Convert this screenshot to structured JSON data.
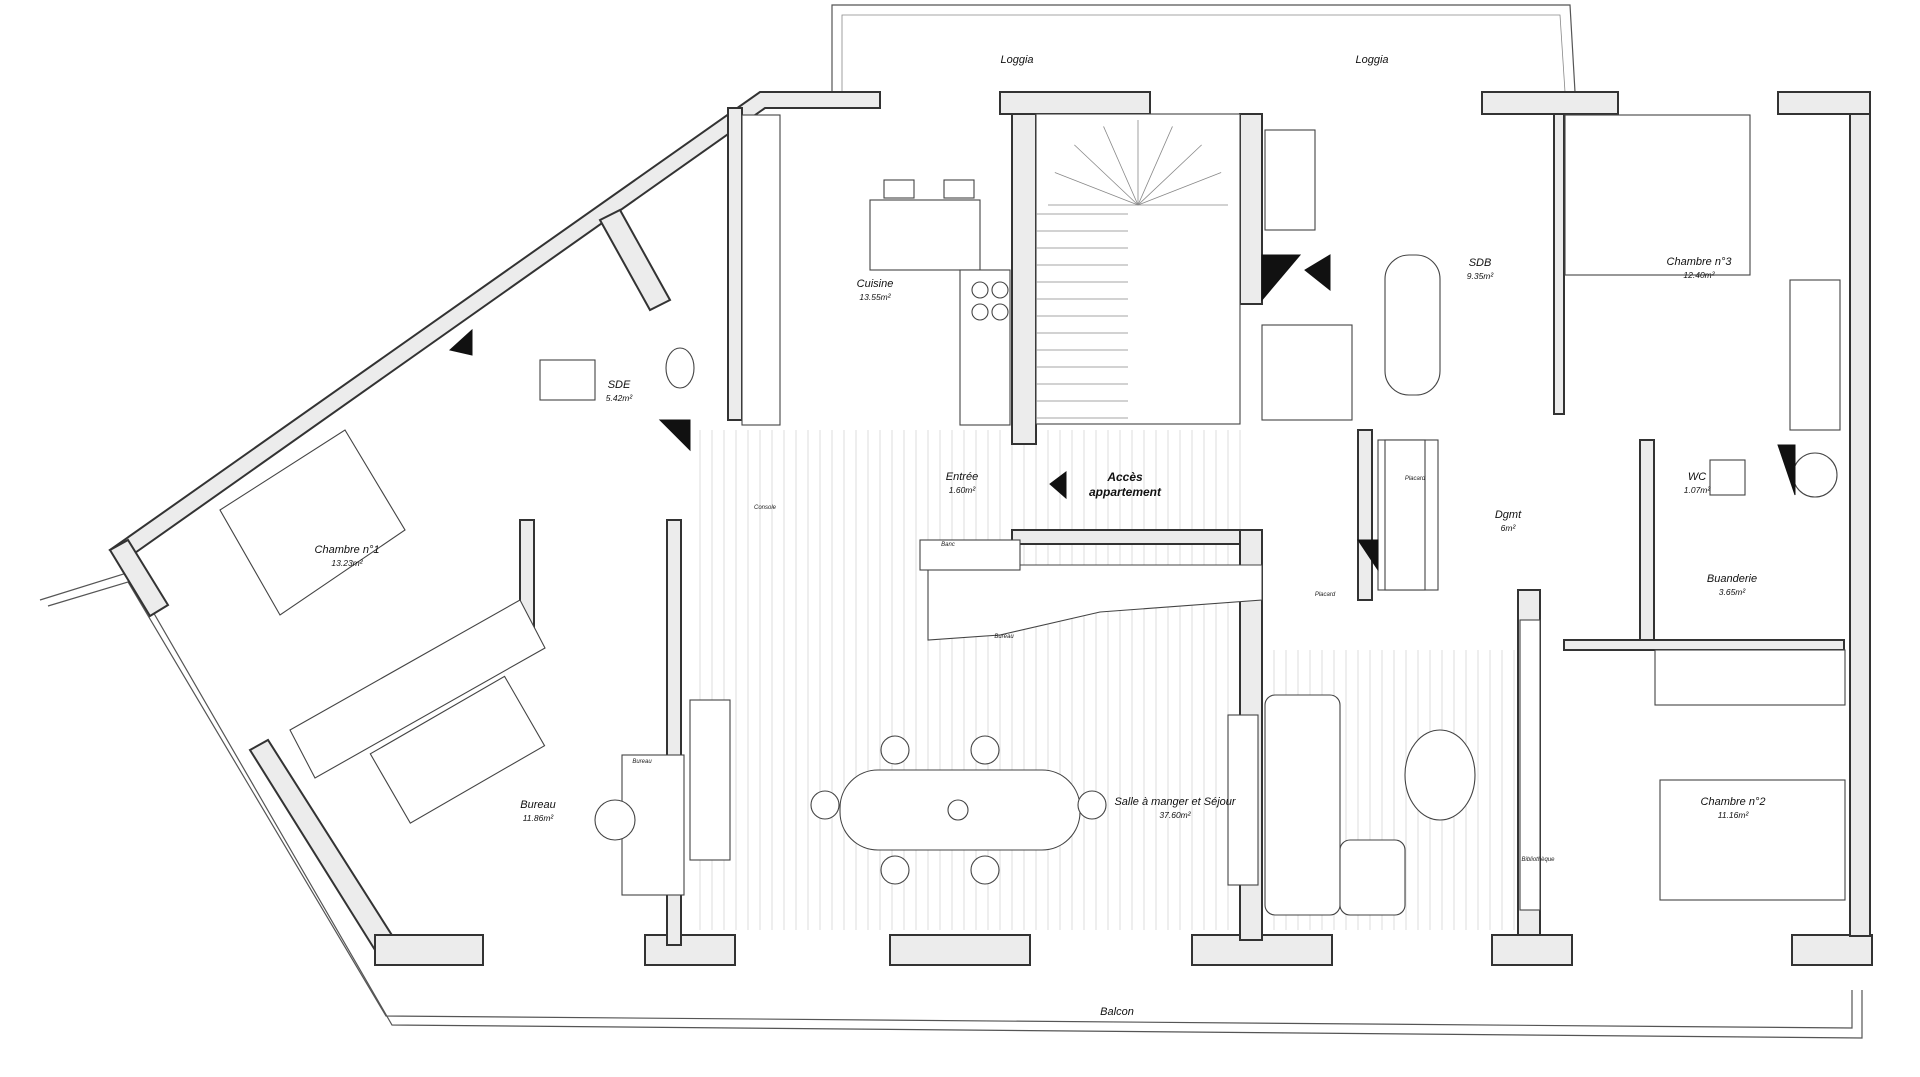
{
  "rooms": {
    "loggia_left": "Loggia",
    "loggia_right": "Loggia",
    "cuisine": {
      "name": "Cuisine",
      "area": "13.55m²"
    },
    "sde": {
      "name": "SDE",
      "area": "5.42m²"
    },
    "chambre1": {
      "name": "Chambre n°1",
      "area": "13.23m²"
    },
    "entree": {
      "name": "Entrée",
      "area": "1.60m²"
    },
    "sdb": {
      "name": "SDB",
      "area": "9.35m²"
    },
    "chambre3": {
      "name": "Chambre n°3",
      "area": "12.40m²"
    },
    "dgmt": {
      "name": "Dgmt",
      "area": "6m²"
    },
    "wc": {
      "name": "WC",
      "area": "1.07m²"
    },
    "buanderie": {
      "name": "Buanderie",
      "area": "3.65m²"
    },
    "bureau": {
      "name": "Bureau",
      "area": "11.86m²"
    },
    "sejour": {
      "name": "Salle à manger et Séjour",
      "area": "37.60m²"
    },
    "chambre2": {
      "name": "Chambre n°2",
      "area": "11.16m²"
    },
    "balcon": "Balcon"
  },
  "access": {
    "line1": "Accès",
    "line2": "appartement"
  },
  "furniture_labels": {
    "console": "Console",
    "banc": "Banc",
    "bureau_desk": "Bureau",
    "bureau_small": "Bureau",
    "placard_dgmt": "Placard",
    "placard_sejour": "Placard",
    "bibliotheque": "Bibliothèque"
  },
  "colors": {
    "wall_fill": "#ececec",
    "line": "#333333",
    "background": "#ffffff"
  }
}
